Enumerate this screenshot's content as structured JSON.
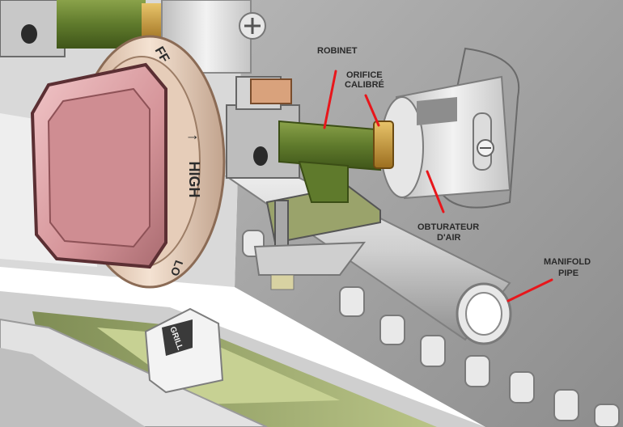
{
  "labels": {
    "robinet": "ROBINET",
    "orifice_line1": "ORIFICE",
    "orifice_line2": "CALIBRÉ",
    "obturateur_line1": "OBTURATEUR",
    "obturateur_line2": "D'AIR",
    "manifold_line1": "MANIFOLD",
    "manifold_line2": "PIPE"
  },
  "dial": {
    "high_text": "HIGH",
    "high_glyph": "↑",
    "off_fragment": "FF",
    "low_fragment": "LO"
  },
  "badge": {
    "text": "GRILL"
  },
  "colors": {
    "callout_line": "#e8161b",
    "knob": "#d99a9f",
    "bezel": "#ecd5c0",
    "valve_body": "#5f7a2c",
    "brass": "#c79a3a",
    "panel": "#9c9c9c",
    "tube": "#d6d6d6"
  }
}
